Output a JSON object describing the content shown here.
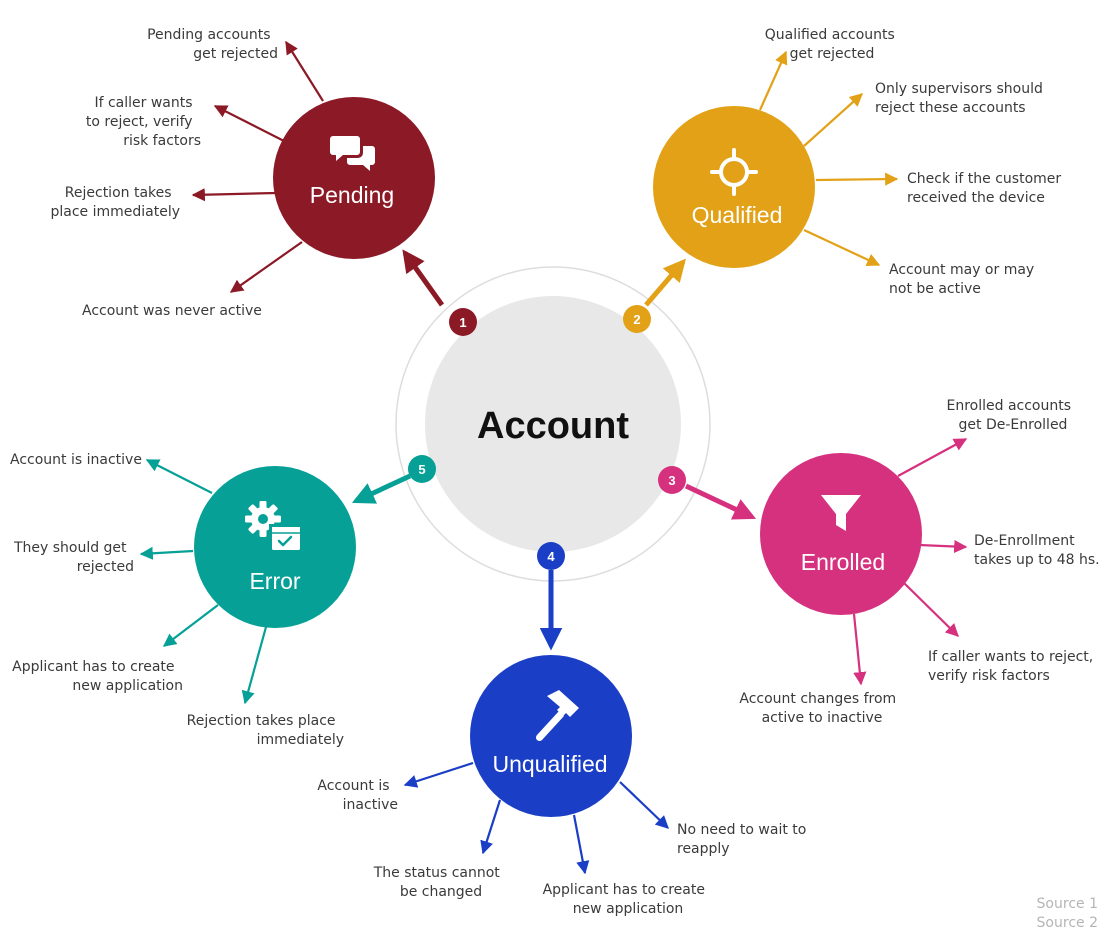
{
  "center": {
    "label": "Account"
  },
  "sources": [
    "Source 1",
    "Source 2"
  ],
  "nodes": [
    {
      "id": "pending",
      "number": "1",
      "label": "Pending",
      "color": "#8b1a26",
      "icon": "chat-bubbles-icon",
      "notes": [
        [
          "Pending accounts",
          "get rejected"
        ],
        [
          "If caller wants",
          "to reject, verify",
          "risk factors"
        ],
        [
          "Rejection takes",
          "place immediately"
        ],
        [
          "Account was never active"
        ]
      ]
    },
    {
      "id": "qualified",
      "number": "2",
      "label": "Qualified",
      "color": "#e2a116",
      "icon": "crosshair-icon",
      "notes": [
        [
          "Qualified accounts",
          "get rejected"
        ],
        [
          "Only supervisors should",
          "reject these accounts"
        ],
        [
          "Check if the customer",
          "received the device"
        ],
        [
          "Account may or may",
          "not be active"
        ]
      ]
    },
    {
      "id": "enrolled",
      "number": "3",
      "label": "Enrolled",
      "color": "#d6317e",
      "icon": "funnel-icon",
      "notes": [
        [
          "Enrolled accounts",
          "get De-Enrolled"
        ],
        [
          "De-Enrollment",
          "takes up to 48 hs."
        ],
        [
          "If caller wants to reject,",
          "verify risk factors"
        ],
        [
          "Account changes from",
          "active to inactive"
        ]
      ]
    },
    {
      "id": "unqualified",
      "number": "4",
      "label": "Unqualified",
      "color": "#1a3ec5",
      "icon": "hammer-icon",
      "notes": [
        [
          "Account is",
          "inactive"
        ],
        [
          "The status cannot",
          "be changed"
        ],
        [
          "Applicant has to create",
          "new application"
        ],
        [
          "No need to wait to",
          "reapply"
        ]
      ]
    },
    {
      "id": "error",
      "number": "5",
      "label": "Error",
      "color": "#06a097",
      "icon": "gear-check-icon",
      "notes": [
        [
          "Account is inactive"
        ],
        [
          "They should get",
          "rejected"
        ],
        [
          "Applicant has to create",
          "new application"
        ],
        [
          "Rejection takes place",
          "immediately"
        ]
      ]
    }
  ]
}
